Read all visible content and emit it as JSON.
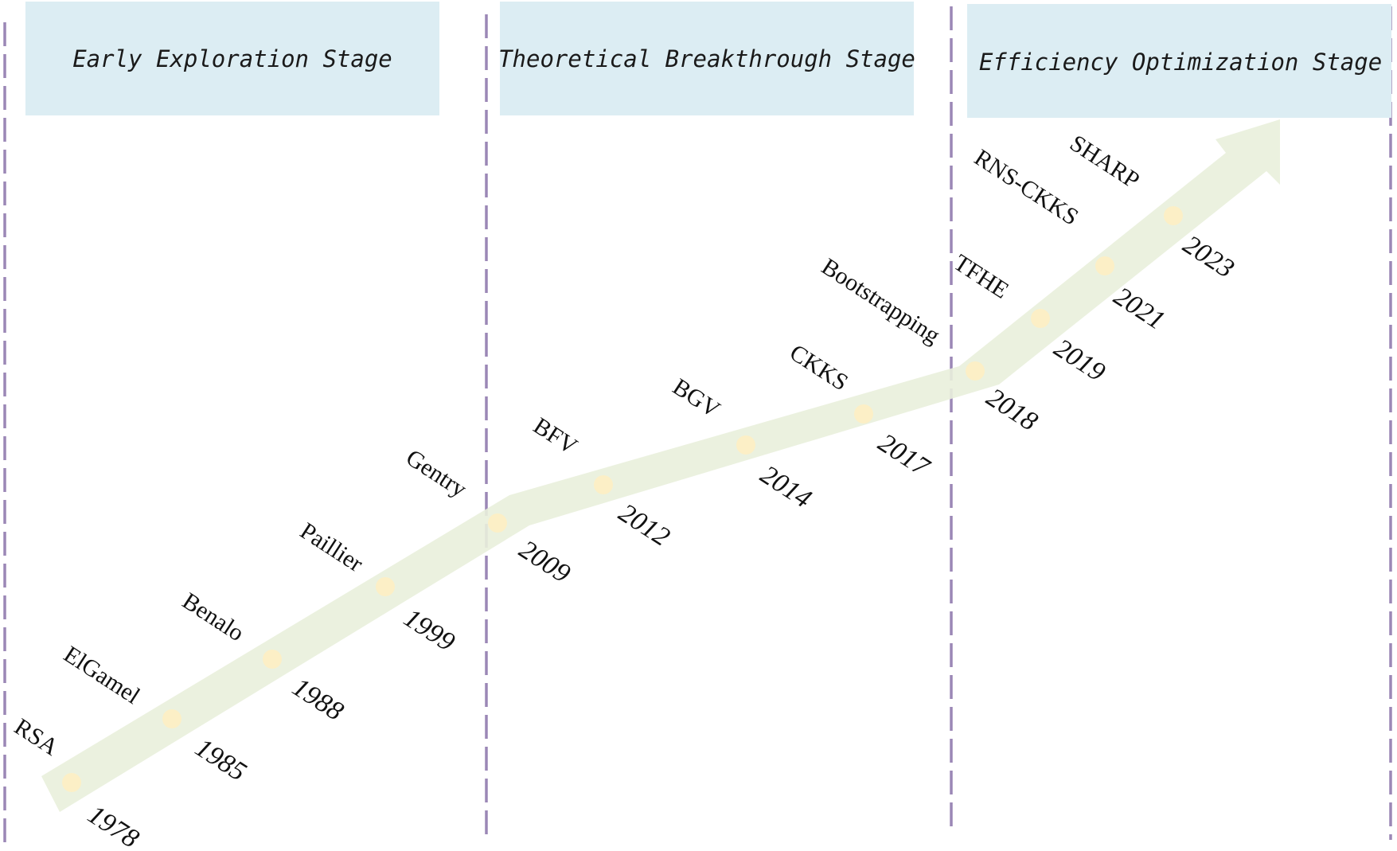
{
  "stages": [
    {
      "label": "Early Exploration Stage"
    },
    {
      "label": "Theoretical Breakthrough Stage"
    },
    {
      "label": "Efficiency Optimization Stage"
    }
  ],
  "milestones": [
    {
      "method": "RSA",
      "year": "1978"
    },
    {
      "method": "ElGamel",
      "year": "1985"
    },
    {
      "method": "Benalo",
      "year": "1988"
    },
    {
      "method": "Paillier",
      "year": "1999"
    },
    {
      "method": "Gentry",
      "year": "2009"
    },
    {
      "method": "BFV",
      "year": "2012"
    },
    {
      "method": "BGV",
      "year": "2014"
    },
    {
      "method": "CKKS",
      "year": "2017"
    },
    {
      "method": "Bootstrapping",
      "year": "2018"
    },
    {
      "method": "TFHE",
      "year": "2019"
    },
    {
      "method": "RNS-CKKS",
      "year": "2021"
    },
    {
      "method": "SHARP",
      "year": "2023"
    }
  ],
  "colors": {
    "stage_box": "#dcedf3",
    "divider": "#9b87b6",
    "band": "#e9efdc",
    "dot": "#fcefc6"
  }
}
